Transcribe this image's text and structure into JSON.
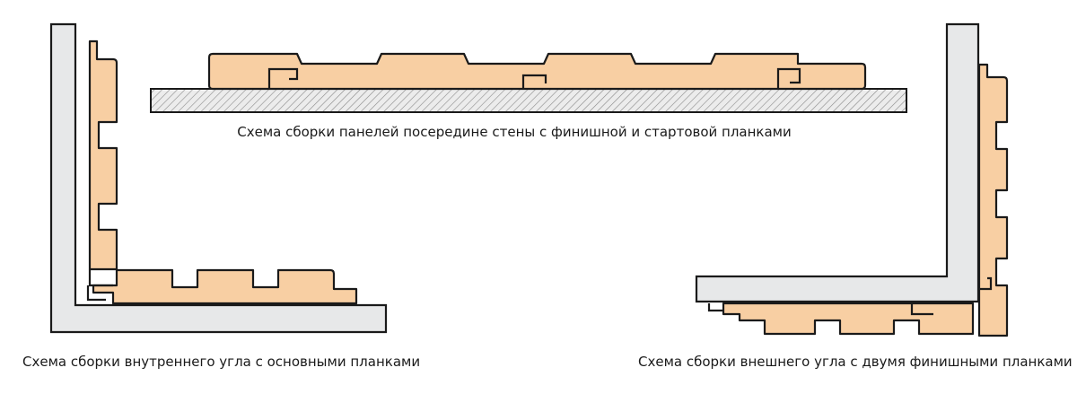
{
  "captions": {
    "middle": "Схема сборки панелей посередине стены с финишной и стартовой планками",
    "inner_corner": "Схема сборки внутреннего угла с основными планками",
    "outer_corner": "Схема сборки внешнего угла с двумя финишными планками"
  },
  "colors": {
    "panel": "#f8cfa3",
    "wall": "#e7e8e9",
    "outline": "#1a1a1a"
  }
}
